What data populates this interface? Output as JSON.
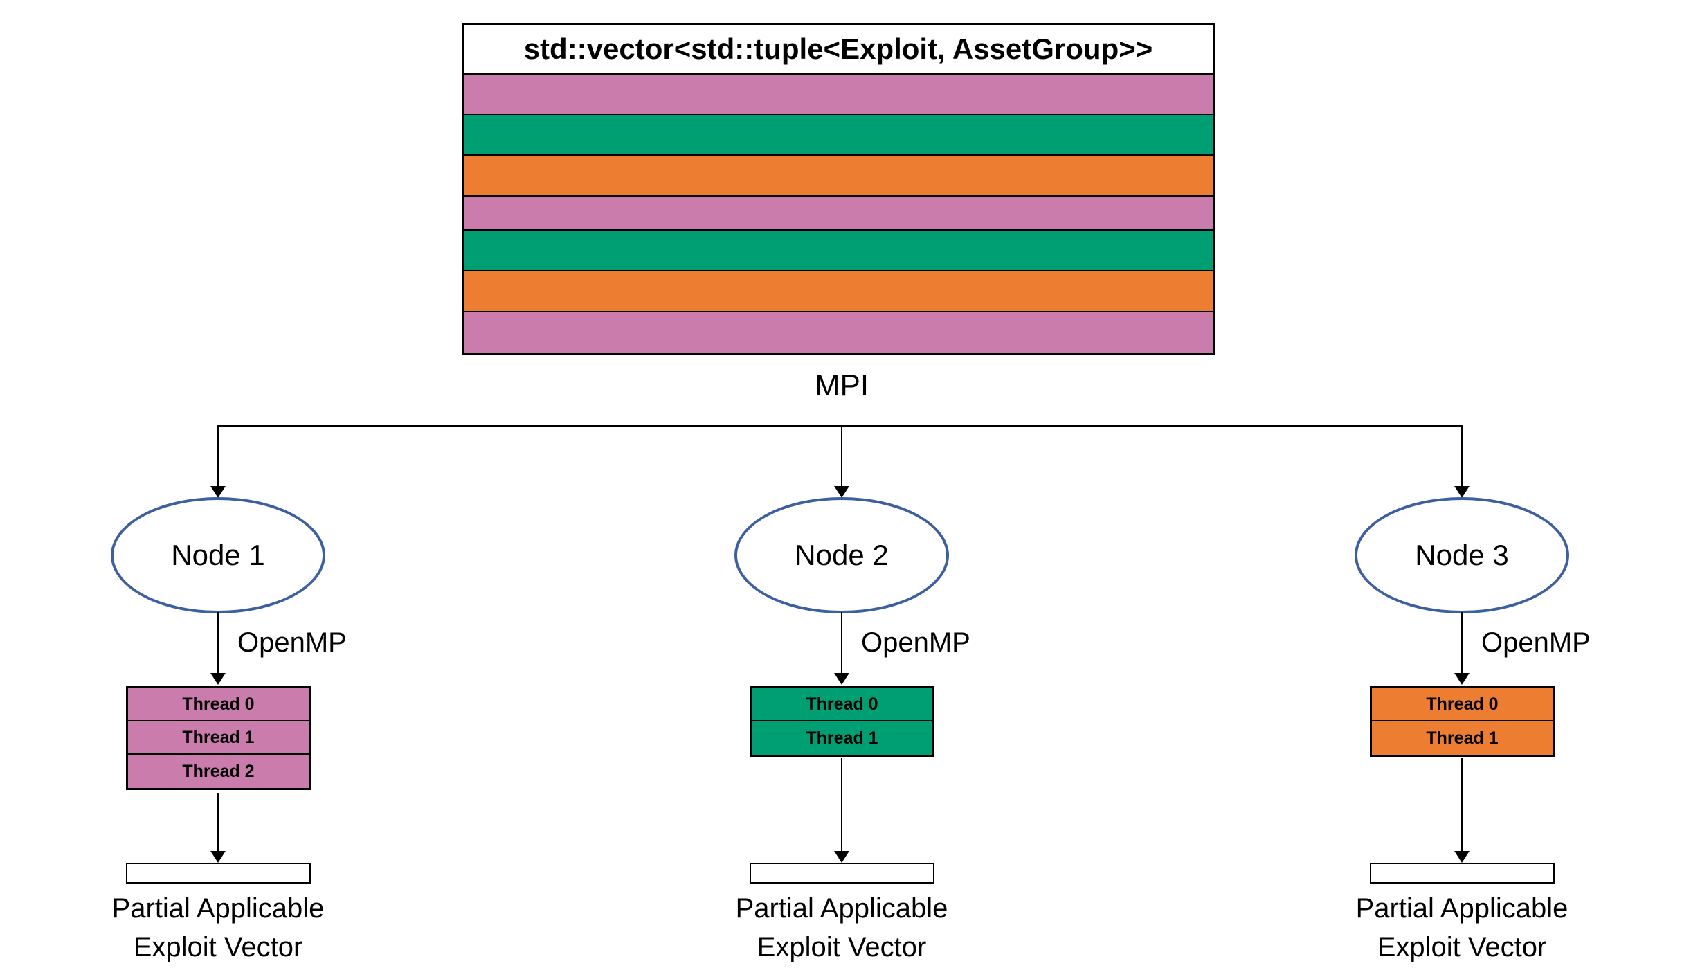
{
  "colors": {
    "pink": "#CA7CAD",
    "green": "#009E73",
    "orange": "#EC7D31",
    "node-stroke": "#3C5F9F",
    "line": "#000000"
  },
  "vector_box": {
    "title": "std::vector<std::tuple<Exploit, AssetGroup>>",
    "stripes": [
      "pink",
      "green",
      "orange",
      "pink",
      "green",
      "orange",
      "pink"
    ]
  },
  "mpi_label": "MPI",
  "nodes": [
    {
      "name": "Node 1",
      "parallelism_label": "OpenMP",
      "thread_color": "pink",
      "threads": [
        "Thread 0",
        "Thread 1",
        "Thread 2"
      ],
      "output_label": [
        "Partial Applicable",
        "Exploit Vector"
      ]
    },
    {
      "name": "Node 2",
      "parallelism_label": "OpenMP",
      "thread_color": "green",
      "threads": [
        "Thread 0",
        "Thread 1"
      ],
      "output_label": [
        "Partial Applicable",
        "Exploit Vector"
      ]
    },
    {
      "name": "Node 3",
      "parallelism_label": "OpenMP",
      "thread_color": "orange",
      "threads": [
        "Thread 0",
        "Thread 1"
      ],
      "output_label": [
        "Partial Applicable",
        "Exploit Vector"
      ]
    }
  ]
}
